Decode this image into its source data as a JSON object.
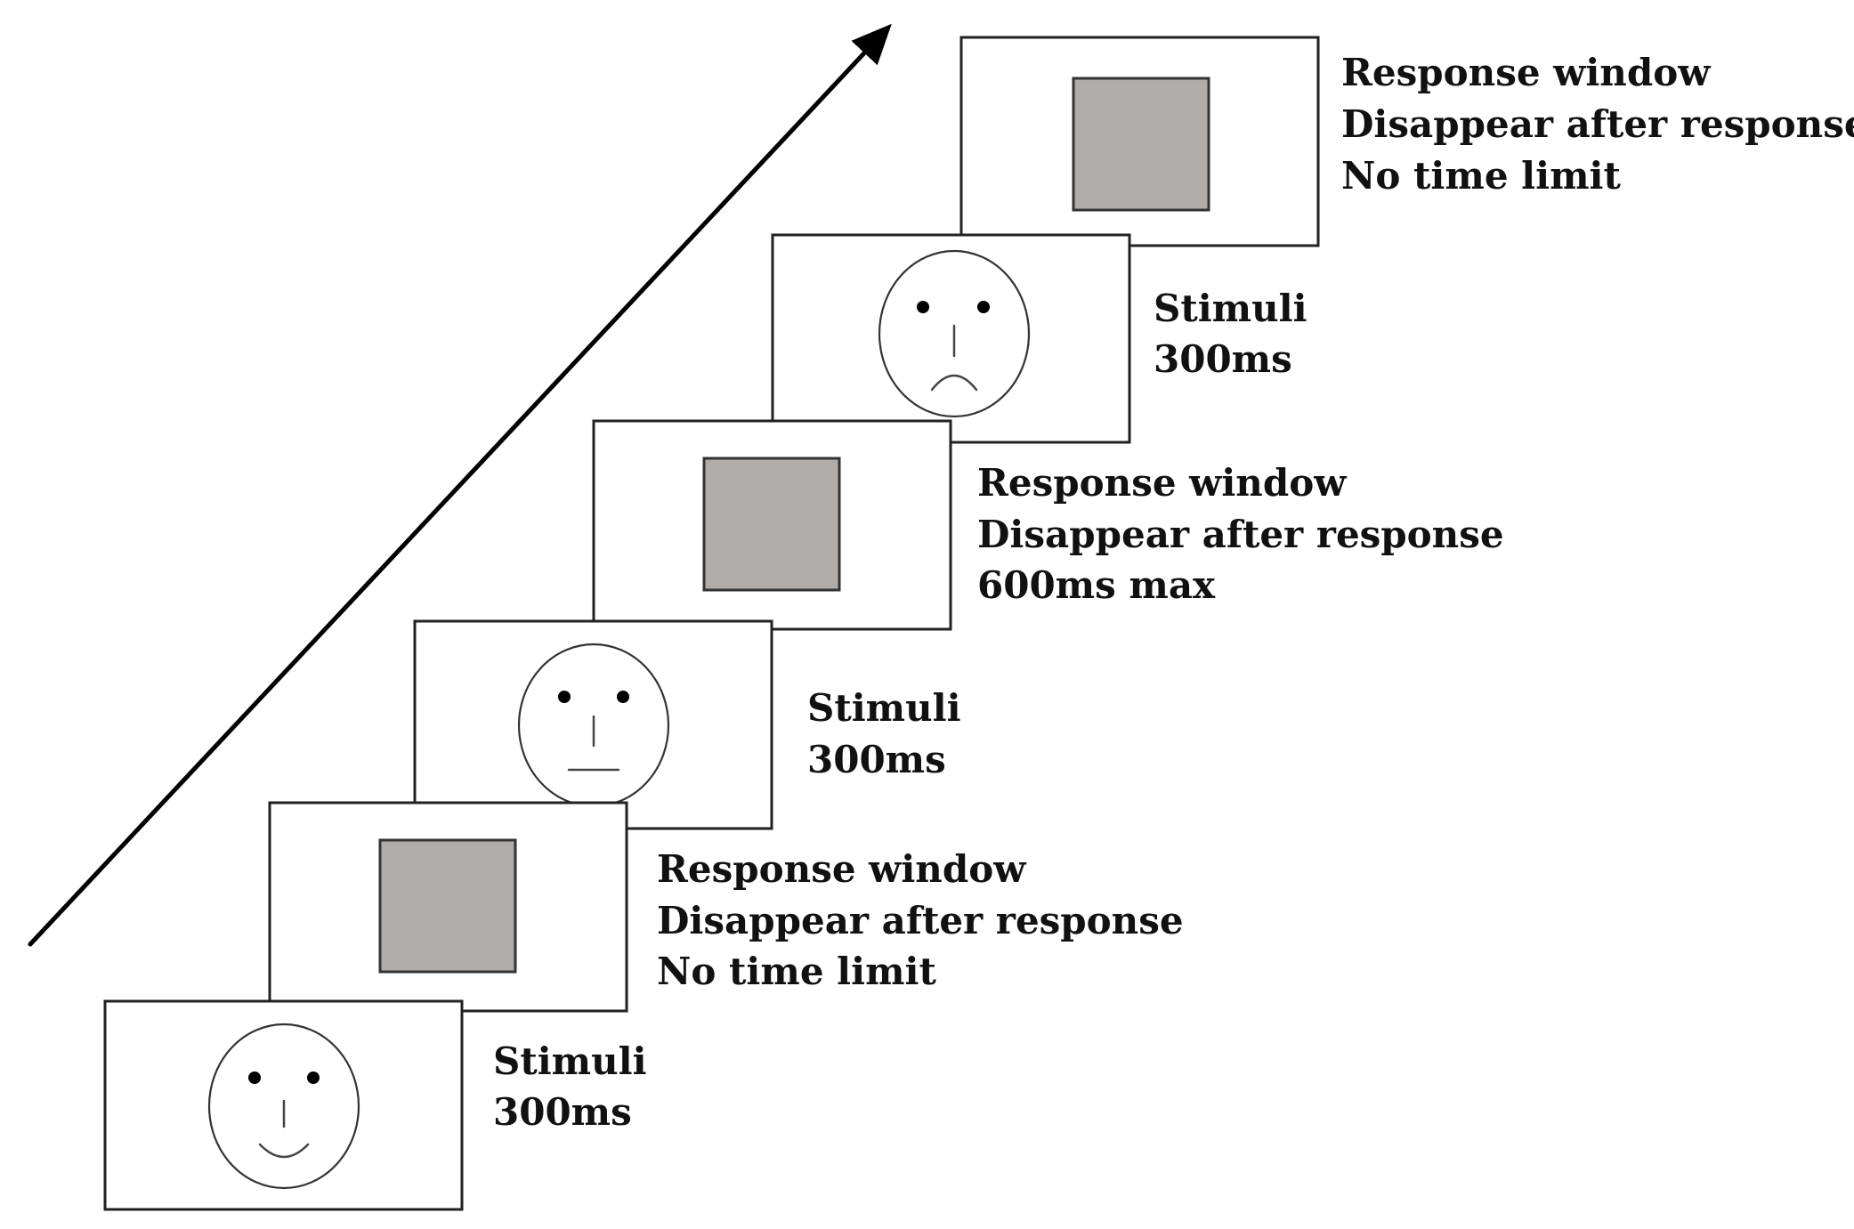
{
  "colors": {
    "mask": "#b0acaa",
    "frame": "#222222",
    "text": "#111111"
  },
  "steps": [
    {
      "type": "stimulus",
      "expression": "happy",
      "lines": [
        "Stimuli",
        "300ms"
      ]
    },
    {
      "type": "response",
      "lines": [
        "Response window",
        "Disappear after response",
        "No time limit"
      ]
    },
    {
      "type": "stimulus",
      "expression": "neutral",
      "lines": [
        "Stimuli",
        "300ms"
      ]
    },
    {
      "type": "response",
      "lines": [
        "Response window",
        "Disappear after response",
        "600ms max"
      ]
    },
    {
      "type": "stimulus",
      "expression": "sad",
      "lines": [
        "Stimuli",
        "300ms"
      ]
    },
    {
      "type": "response",
      "lines": [
        "Response window",
        "Disappear after response",
        "No time limit"
      ]
    }
  ]
}
